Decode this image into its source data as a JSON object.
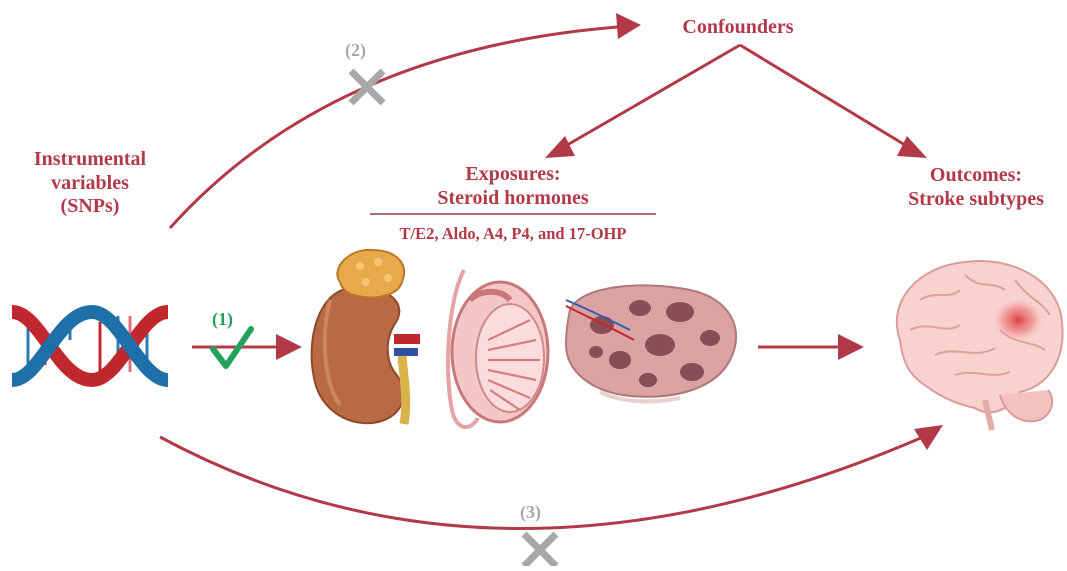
{
  "labels": {
    "confounders": "Confounders",
    "instrumental": [
      "Instrumental",
      "variables",
      "(SNPs)"
    ],
    "exposures": [
      "Exposures:",
      "Steroid hormones"
    ],
    "hormones": "T/E2, Aldo, A4, P4, and 17-OHP",
    "outcomes": [
      "Outcomes:",
      "Stroke subtypes"
    ]
  },
  "assumptions": {
    "a1": "(1)",
    "a2": "(2)",
    "a3": "(3)"
  },
  "colors": {
    "arrow": "#b23a48",
    "label": "#b23a48",
    "cross": "#a8a8a8",
    "check": "#23a05a",
    "dna_red": "#c0282e",
    "dna_blue": "#1f6fa8"
  }
}
